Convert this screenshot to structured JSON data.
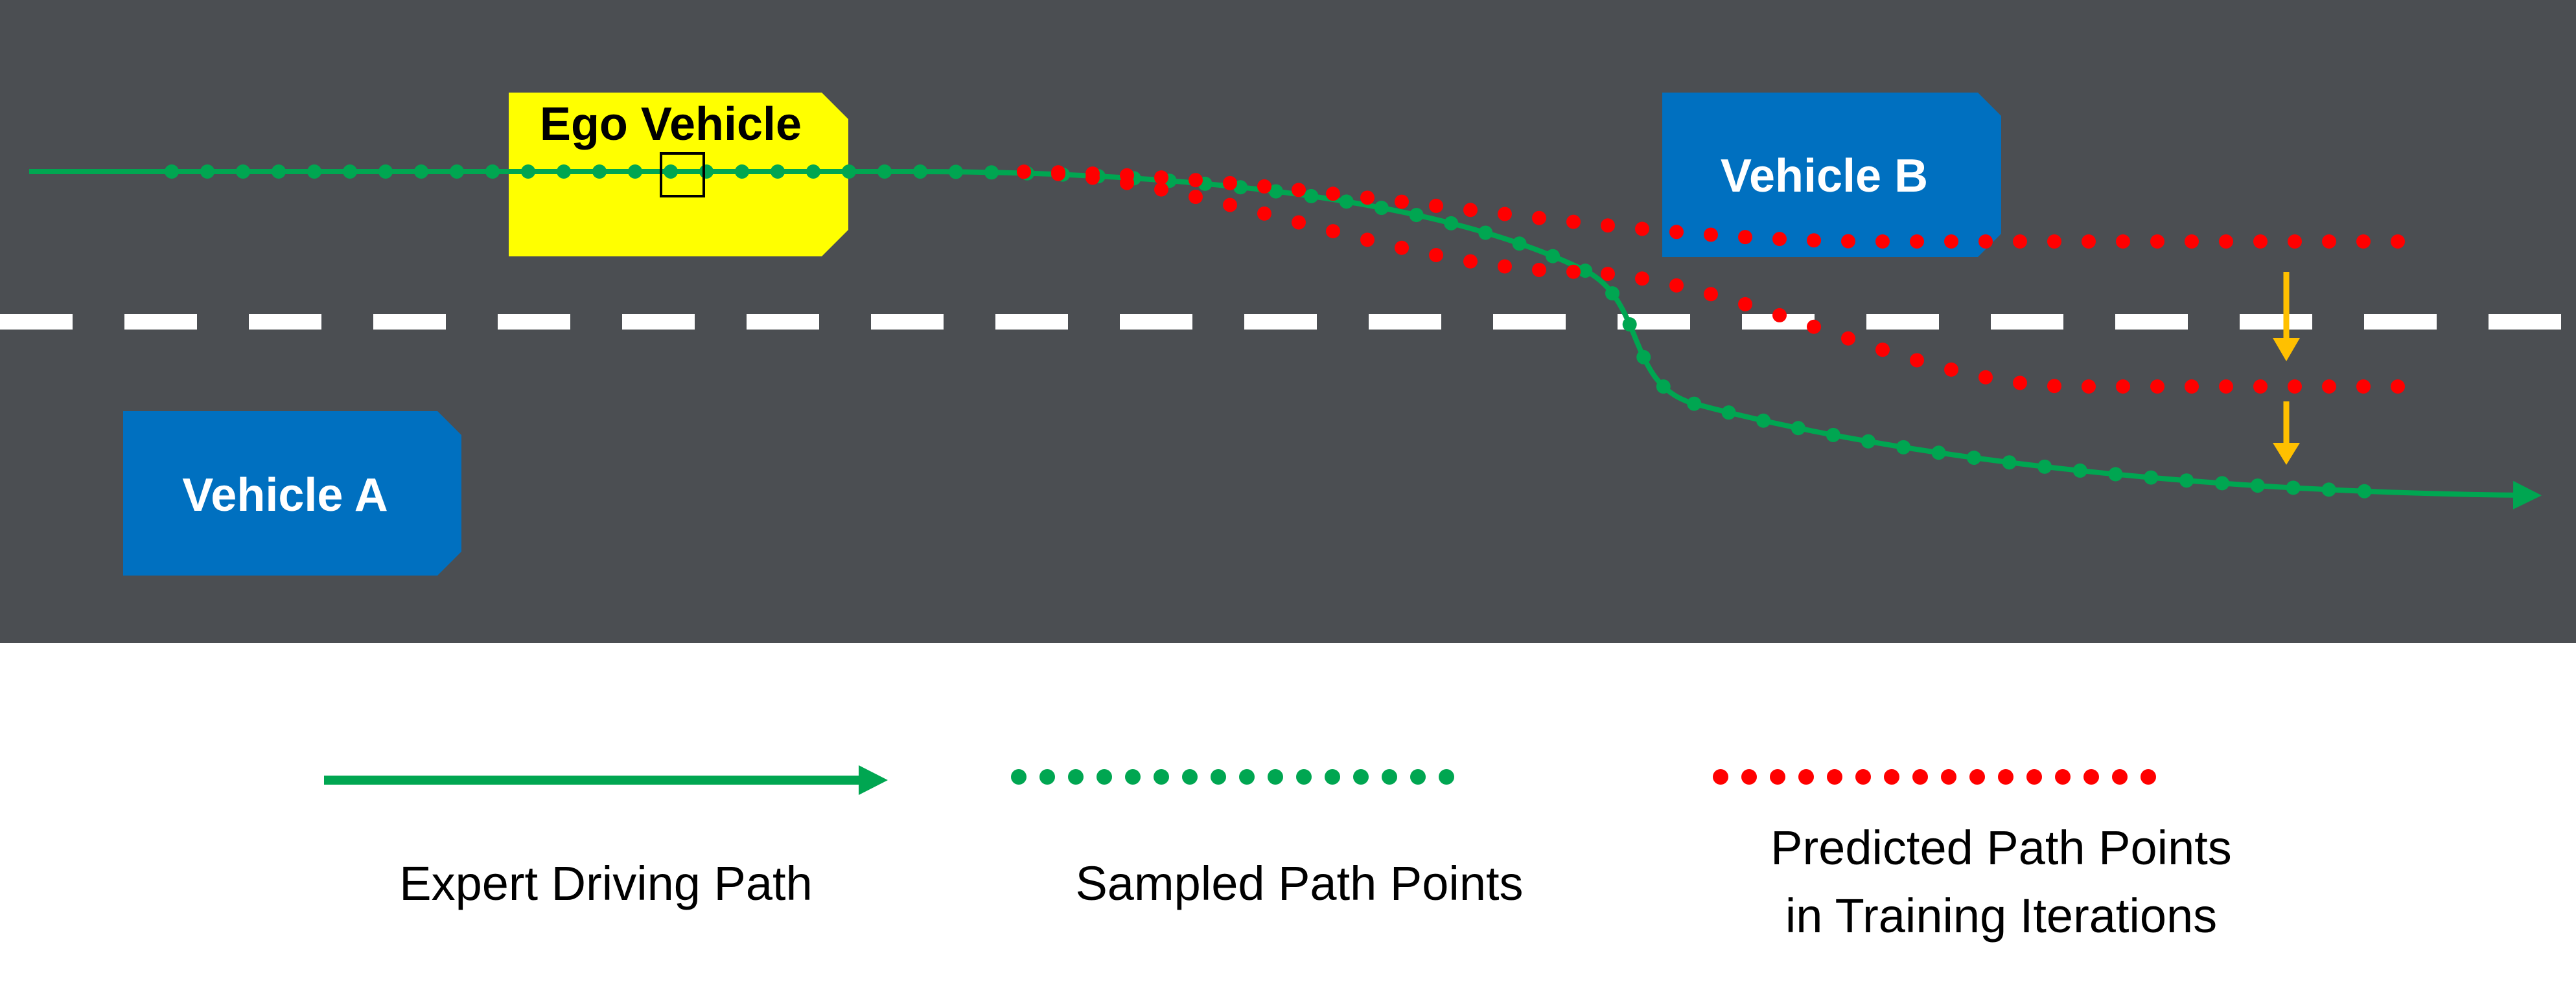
{
  "vehicles": {
    "ego": "Ego Vehicle",
    "a": "Vehicle A",
    "b": "Vehicle B"
  },
  "legend": {
    "expert_path": "Expert Driving Path",
    "sampled_points": "Sampled Path Points",
    "predicted_line1": "Predicted Path Points",
    "predicted_line2": "in Training Iterations"
  },
  "colors": {
    "road": "#4B4E52",
    "lane_marking": "#FFFFFF",
    "ego_vehicle": "#FFFF00",
    "other_vehicle": "#0070C0",
    "expert_path": "#00A651",
    "predicted_points": "#FF0000",
    "correction_arrow": "#FFC000"
  },
  "icons": {
    "ego_marker": "ego-position-square-icon",
    "correction": "down-arrow-icon",
    "path_end": "arrow-head-icon"
  }
}
